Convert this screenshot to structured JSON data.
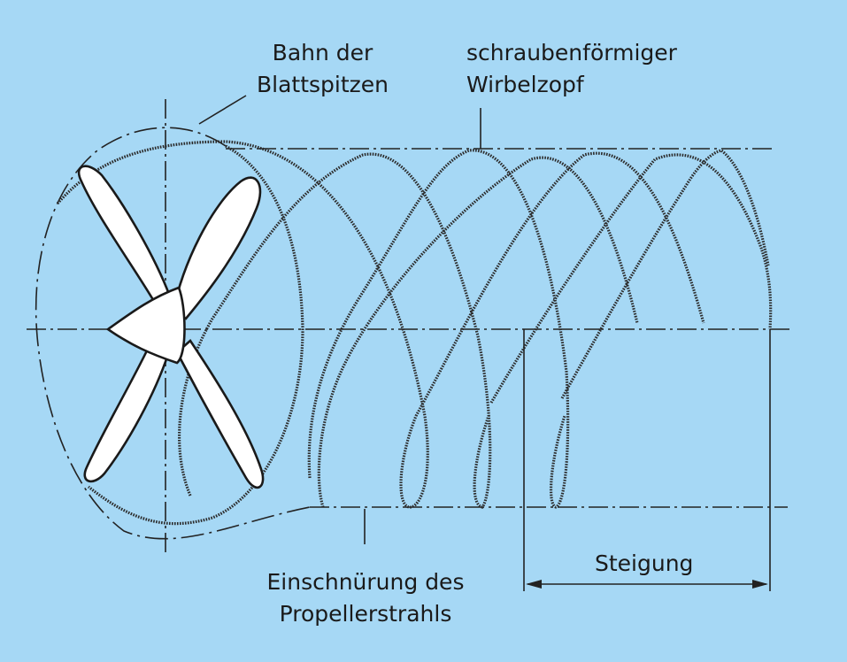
{
  "labels": {
    "tip_path": [
      "Bahn der",
      "Blattspitzen"
    ],
    "helical_vortex": [
      "schraubenförmiger",
      "Wirbelzopf"
    ],
    "contraction": [
      "Einschnürung des",
      "Propellerstrahls"
    ],
    "pitch": "Steigung"
  },
  "colors": {
    "background": "#a6d8f5",
    "ink": "#222222",
    "blade": "#ffffff"
  }
}
